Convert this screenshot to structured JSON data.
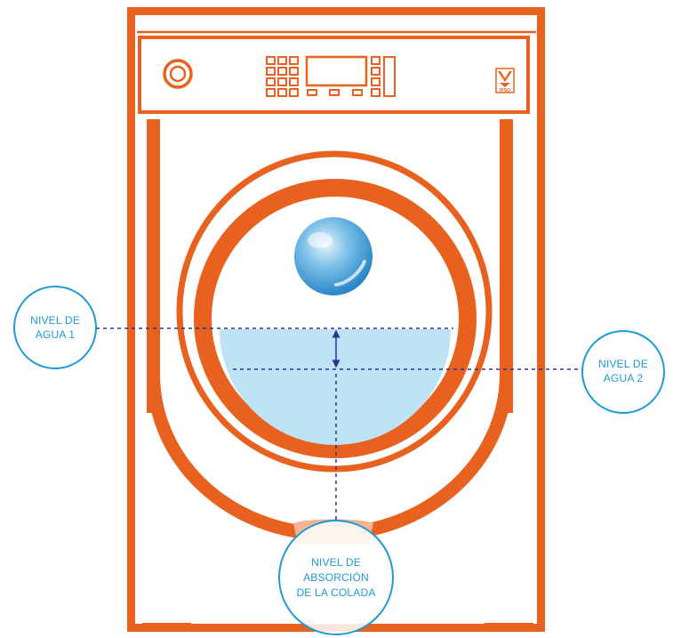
{
  "callouts": {
    "water_level_1": {
      "line1": "NIVEL DE",
      "line2": "AGUA 1"
    },
    "water_level_2": {
      "line1": "NIVEL DE",
      "line2": "AGUA 2"
    },
    "absorption_level": {
      "line1": "NIVEL DE",
      "line2": "ABSORCIÓN",
      "line3": "DE LA COLADA"
    }
  },
  "brand": {
    "logo_text": "IPSO"
  },
  "colors": {
    "machine_orange": "#e8611e",
    "water_light_blue": "#bfe3f6",
    "callout_blue": "#1d9ad6",
    "level_line_navy": "#2e3192"
  }
}
